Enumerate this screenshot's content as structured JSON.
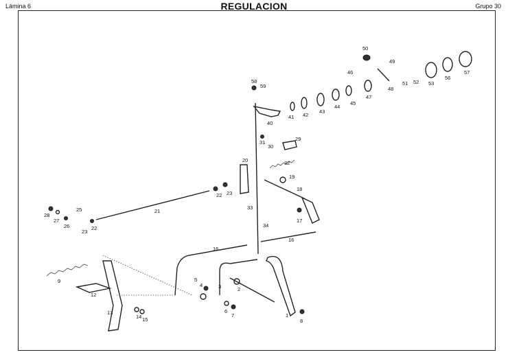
{
  "header": {
    "sheet": "Lámina 6",
    "title": "REGULACION",
    "group": "Grupo 30"
  },
  "parts": [
    "1",
    "2",
    "3",
    "4",
    "5",
    "6",
    "7",
    "8",
    "9",
    "12",
    "13",
    "14",
    "15",
    "16",
    "16",
    "17",
    "18",
    "19",
    "20",
    "21",
    "22",
    "22",
    "23",
    "23",
    "25",
    "26",
    "27",
    "28",
    "29",
    "30",
    "31",
    "32",
    "33",
    "34",
    "40",
    "41",
    "42",
    "43",
    "44",
    "45",
    "46",
    "47",
    "48",
    "49",
    "50",
    "51",
    "52",
    "53",
    "56",
    "57",
    "58",
    "59"
  ]
}
